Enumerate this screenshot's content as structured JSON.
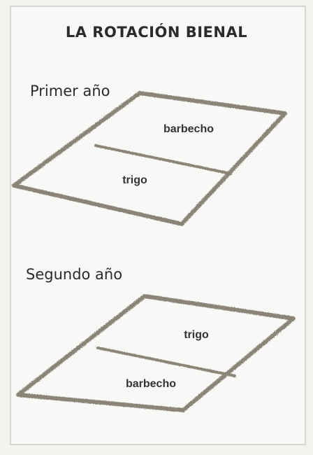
{
  "title": "LA ROTACIÓN BIENAL",
  "panels": [
    {
      "year_label": "Primer año",
      "upper_plot": "barbecho",
      "lower_plot": "trigo"
    },
    {
      "year_label": "Segundo año",
      "upper_plot": "trigo",
      "lower_plot": "barbecho"
    }
  ],
  "colors": {
    "border": "#8a8577",
    "text": "#2b2b2b",
    "paper": "#f8f8f6"
  }
}
